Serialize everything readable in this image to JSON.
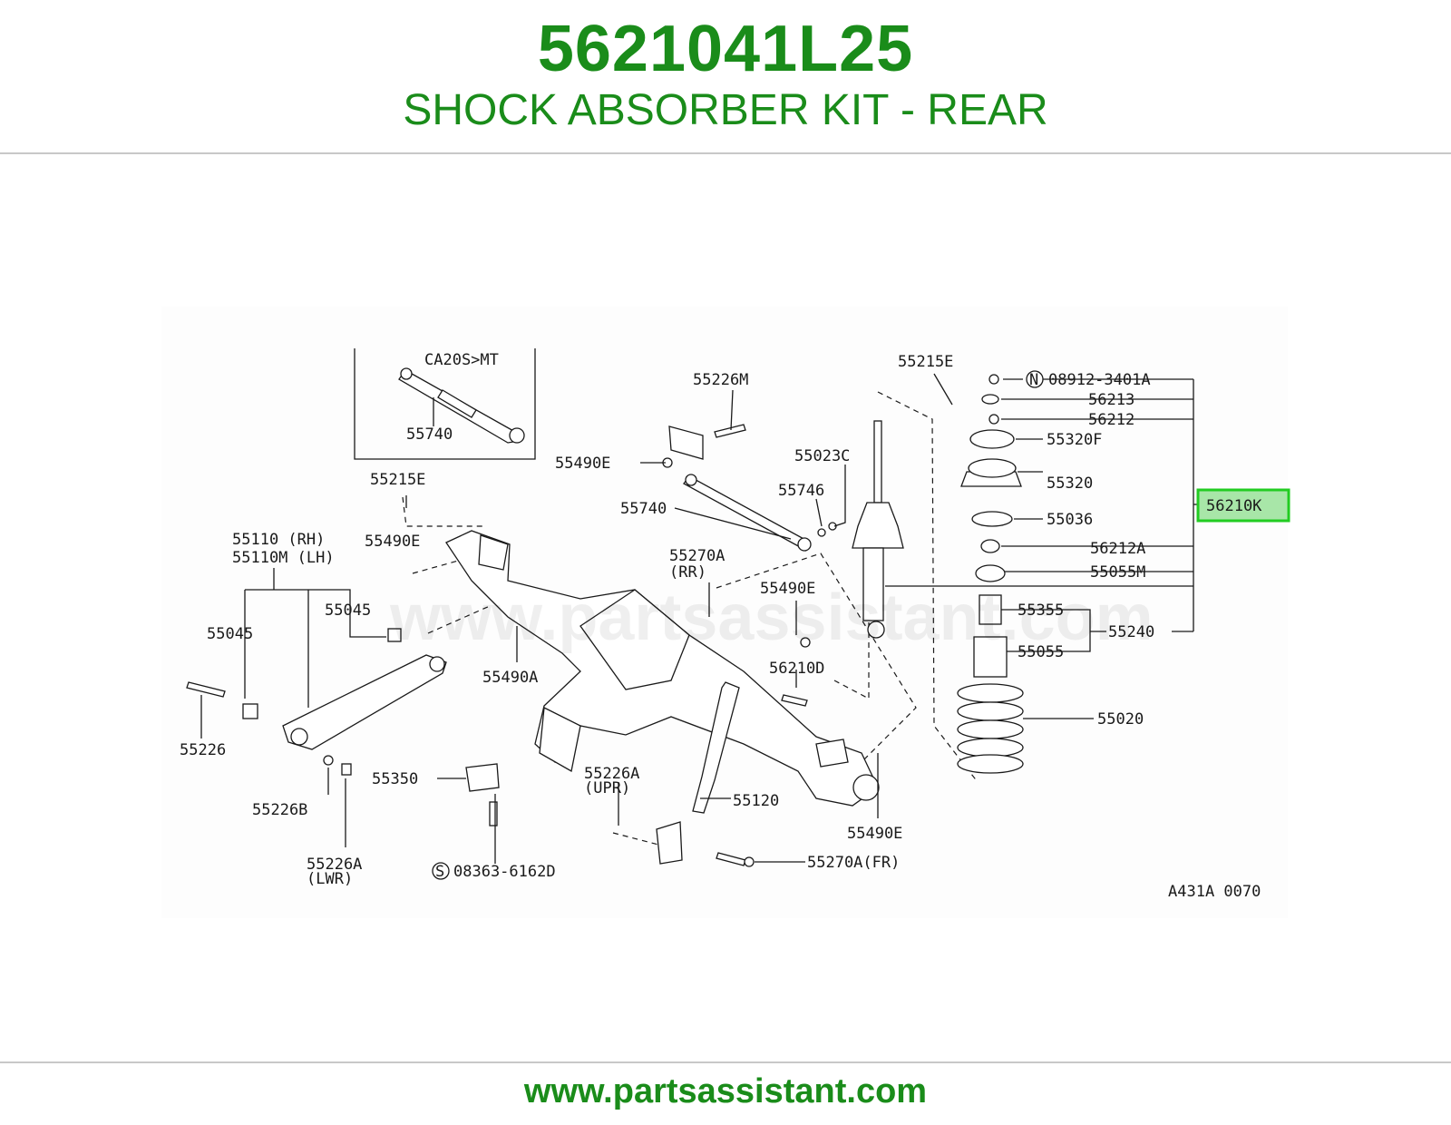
{
  "header": {
    "part_number": "5621041L25",
    "title": "SHOCK ABSORBER KIT - REAR"
  },
  "footer": {
    "url": "www.partsassistant.com"
  },
  "watermark": "www.partsassistant.com",
  "colors": {
    "brand_green": "#1a8c1a",
    "highlight_fill": "#a8e6a8",
    "highlight_border": "#22cc22"
  },
  "diagram": {
    "inset_label": "CA20S>MT",
    "ref_code": "A431A 0070",
    "highlighted_part": "56210K",
    "labels": {
      "l55740_inset": "55740",
      "l55226M": "55226M",
      "l55490E_top": "55490E",
      "l55023C": "55023C",
      "l55746": "55746",
      "l55740": "55740",
      "l55215E_top": "55215E",
      "l55215E_left": "55215E",
      "l55110": "55110 (RH)",
      "l55110M": "55110M (LH)",
      "l55490E_left": "55490E",
      "l55270A_rr": "55270A",
      "l_rr": "(RR)",
      "l55490E_mid": "55490E",
      "l55045_upper": "55045",
      "l55045_left": "55045",
      "l55490A": "55490A",
      "l56210D": "56210D",
      "l55226": "55226",
      "l55350": "55350",
      "l55226A_upr": "55226A",
      "l_upr": "(UPR)",
      "l55120": "55120",
      "l55226B": "55226B",
      "l55226A_lwr": "55226A",
      "l_lwr": "(LWR)",
      "l08363": "08363-6162D",
      "l55490E_bot": "55490E",
      "l55270A_fr": "55270A(FR)",
      "l08912": "08912-3401A",
      "l56213": "56213",
      "l56212": "56212",
      "l55320F": "55320F",
      "l55320": "55320",
      "l55036": "55036",
      "l56212A": "56212A",
      "l55055M": "55055M",
      "l55355": "55355",
      "l55240": "55240",
      "l55055": "55055",
      "l55020": "55020",
      "circle_N": "N",
      "circle_S": "S"
    }
  }
}
